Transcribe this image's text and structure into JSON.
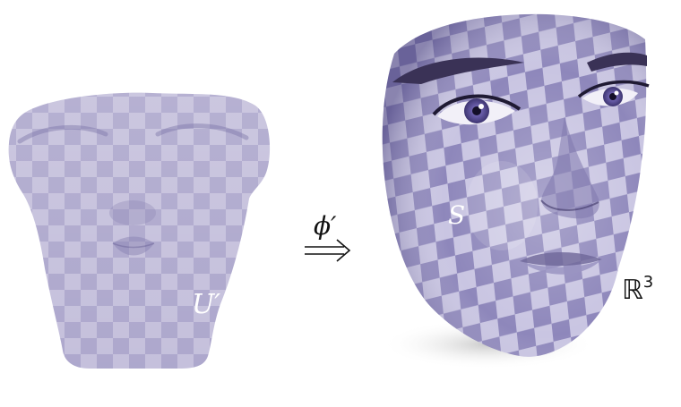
{
  "figure": {
    "domain_label": "U′",
    "surface_label": "S",
    "map_label": "ϕ′",
    "space_symbol": "ℝ",
    "space_exponent": "3",
    "arrow_glyph": "⟹",
    "colors": {
      "checker_light": "#b9b4d6",
      "checker_dark": "#8f88b9",
      "face_shade": "#6f68a0",
      "eye_iris": "#6b5fa8",
      "shadow": "#d9d9d9"
    }
  }
}
